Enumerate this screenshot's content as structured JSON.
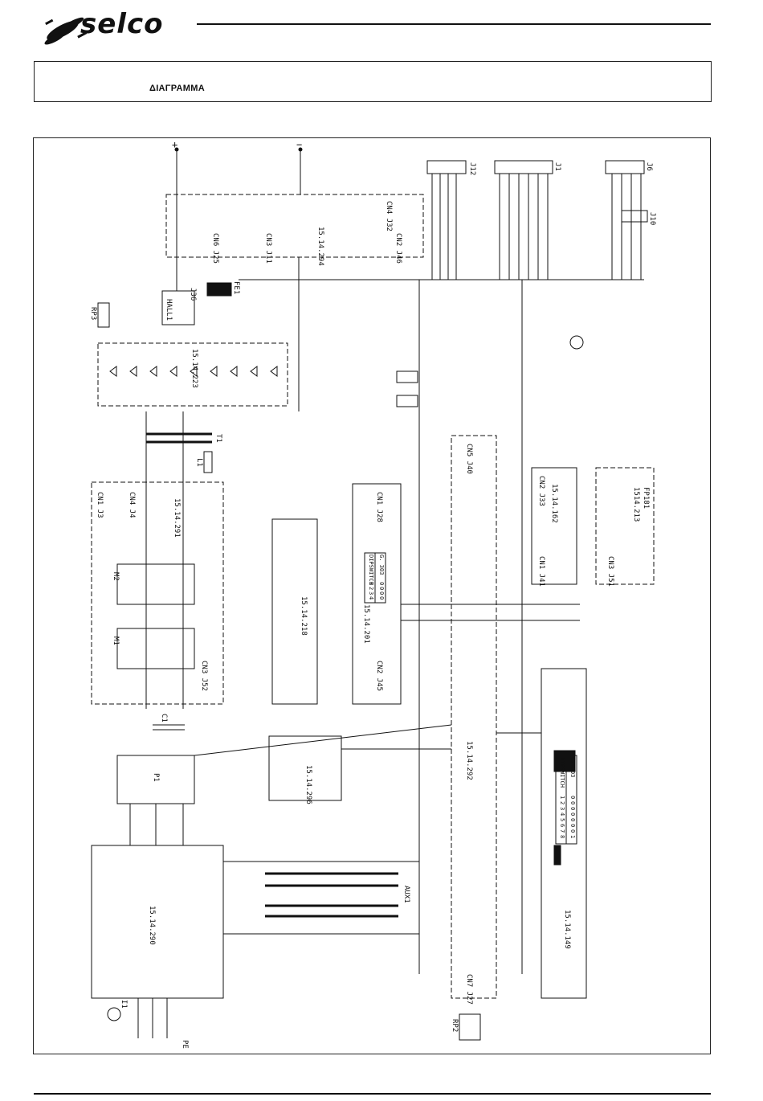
{
  "header": {
    "brand": "selco",
    "logo_icon": "selco-swirl-logo-icon"
  },
  "title_box": {
    "title": "ΔΙΑΓΡΑΜΜΑ"
  },
  "diagram": {
    "boards": {
      "b294": "15.14.294",
      "b223": "15.14.223",
      "b291": "15.14.291",
      "b218": "15.14.218",
      "b201": "15.14.201",
      "b292": "15.14.292",
      "b296": "15.14.296",
      "b290": "15.14.290",
      "b162": "15.14.162",
      "b213": "1514.213",
      "fp181": "FP181",
      "b149": "15.14.149"
    },
    "components": {
      "p1": "P1",
      "c1": "C1",
      "l1": "L1",
      "t1": "T1",
      "m1": "M1",
      "m2": "M2",
      "hall": "HALL1",
      "rp3": "RP3",
      "rp2": "RP2",
      "pe": "PE",
      "aux1": "AUX1",
      "i1": "I1"
    },
    "dipswitch_tables": [
      {
        "header": [
          "DIPSWITCH",
          "1",
          "2",
          "3",
          "4"
        ],
        "row": [
          "G. 303",
          "0",
          "0",
          "0",
          "0"
        ]
      },
      {
        "header": [
          "DIPSWITCH",
          "1",
          "2",
          "3",
          "4",
          "5",
          "6",
          "7",
          "8"
        ],
        "row": [
          "G. 303",
          "0",
          "0",
          "0",
          "0",
          "0",
          "0",
          "0",
          "1"
        ]
      }
    ],
    "connectors": {
      "j12": "J12",
      "j1": "J1",
      "j6": "J6",
      "j10": "J10",
      "cn6_j25": "CN6 J25",
      "cn3_j11": "CN3 J11",
      "cn2_j46": "CN2 J46",
      "cn4_j32": "CN4 J32",
      "j36": "J36",
      "fe1": "FE1",
      "cn5_j40": "CN5 J40",
      "cn1_j28": "CN1 J28",
      "cn2_j33": "CN2 J33",
      "cn1_j41": "CN1 J41",
      "cn3_j51": "CN3 J51",
      "cn7_j27": "CN7 J27",
      "cn2_j45": "CN2 J45",
      "cn3_j52": "CN3 J52",
      "cn4_j4": "CN4 J4",
      "cn1_j3": "CN1 J3"
    },
    "terminals": {
      "plus": "+",
      "minus": "−"
    }
  }
}
